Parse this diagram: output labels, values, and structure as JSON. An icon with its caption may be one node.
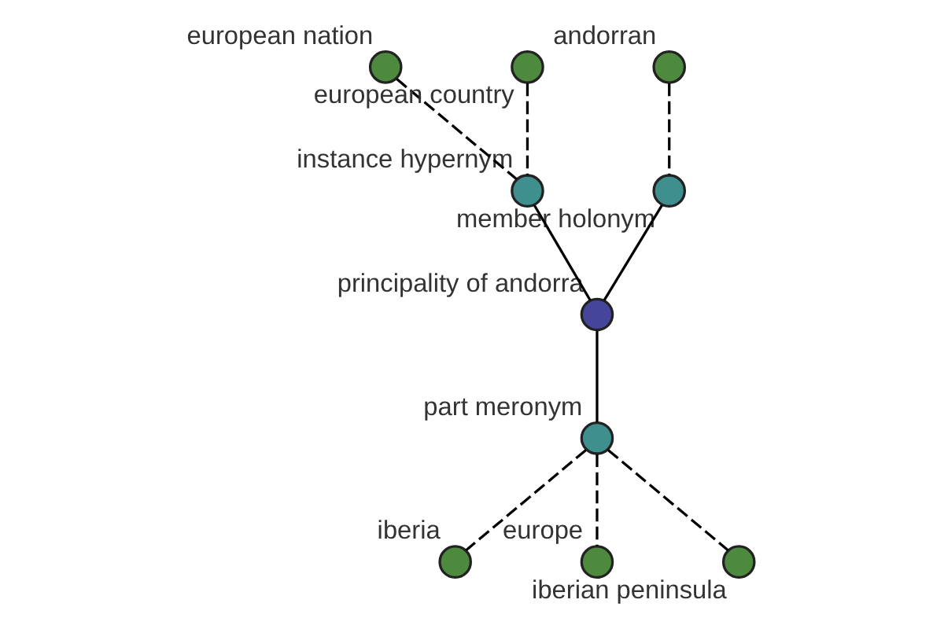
{
  "diagram": {
    "nodes": [
      {
        "text": [
          "european nation"
        ]
      },
      {
        "text": [
          "andorran"
        ]
      },
      {
        "text": [
          "european country"
        ]
      },
      {
        "text": [
          "instance hypernym"
        ]
      },
      {
        "text": [
          "member holonym"
        ]
      },
      {
        "text": [
          "principality of andorra"
        ]
      },
      {
        "text": [
          "part meronym"
        ]
      },
      {
        "text": [
          "iberia"
        ]
      },
      {
        "text": [
          "europe"
        ]
      },
      {
        "text": [
          "iberian peninsula"
        ]
      }
    ],
    "edges": [
      {
        "from": 1,
        "to": 4,
        "arrow": "none",
        "style": "dashed"
      },
      {
        "from": 0,
        "to": 3,
        "arrow": "none",
        "style": "dashed"
      },
      {
        "from": 2,
        "to": 3,
        "arrow": "none",
        "style": "dashed"
      },
      {
        "from": 4,
        "to": 5,
        "arrow": "none"
      },
      {
        "from": 3,
        "to": 5,
        "arrow": "none"
      },
      {
        "from": 5,
        "to": 6,
        "arrow": "none"
      },
      {
        "from": 6,
        "to": 7,
        "arrow": "none",
        "style": "dashed"
      },
      {
        "from": 6,
        "to": 8,
        "arrow": "none",
        "style": "dashed"
      },
      {
        "from": 6,
        "to": 9,
        "arrow": "none",
        "style": "dashed"
      }
    ]
  }
}
